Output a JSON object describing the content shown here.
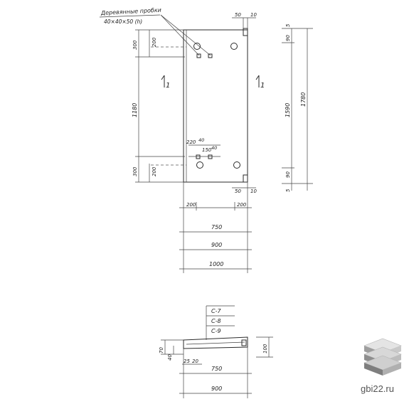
{
  "annotation": {
    "title": "Деревянные пробки",
    "size": "40×40×50 (h)"
  },
  "front_view": {
    "top_right_dim": "50",
    "top_right_dim_b": "10",
    "bottom_right_dim": "50",
    "bottom_right_dim_b": "10",
    "left_dims": [
      "200",
      "300",
      "1180",
      "300",
      "200"
    ],
    "right_dims": [
      "90",
      "5",
      "1590",
      "1780",
      "90",
      "5"
    ],
    "insert_dims": [
      "220",
      "40",
      "150",
      "40"
    ],
    "section_mark_left": "1",
    "section_mark_right": "1"
  },
  "bottom_dims": {
    "left_edge": "200",
    "right_edge": "200",
    "d750": "750",
    "d900": "900",
    "d1000": "1000"
  },
  "section": {
    "labels": [
      "С-7",
      "С-8",
      "С-9"
    ],
    "height_left": "70",
    "small_left": "40",
    "height_right": "100",
    "d25": "25",
    "d20": "20",
    "d750": "750",
    "d900": "900"
  },
  "watermark": {
    "site": "gbi22.ru"
  }
}
